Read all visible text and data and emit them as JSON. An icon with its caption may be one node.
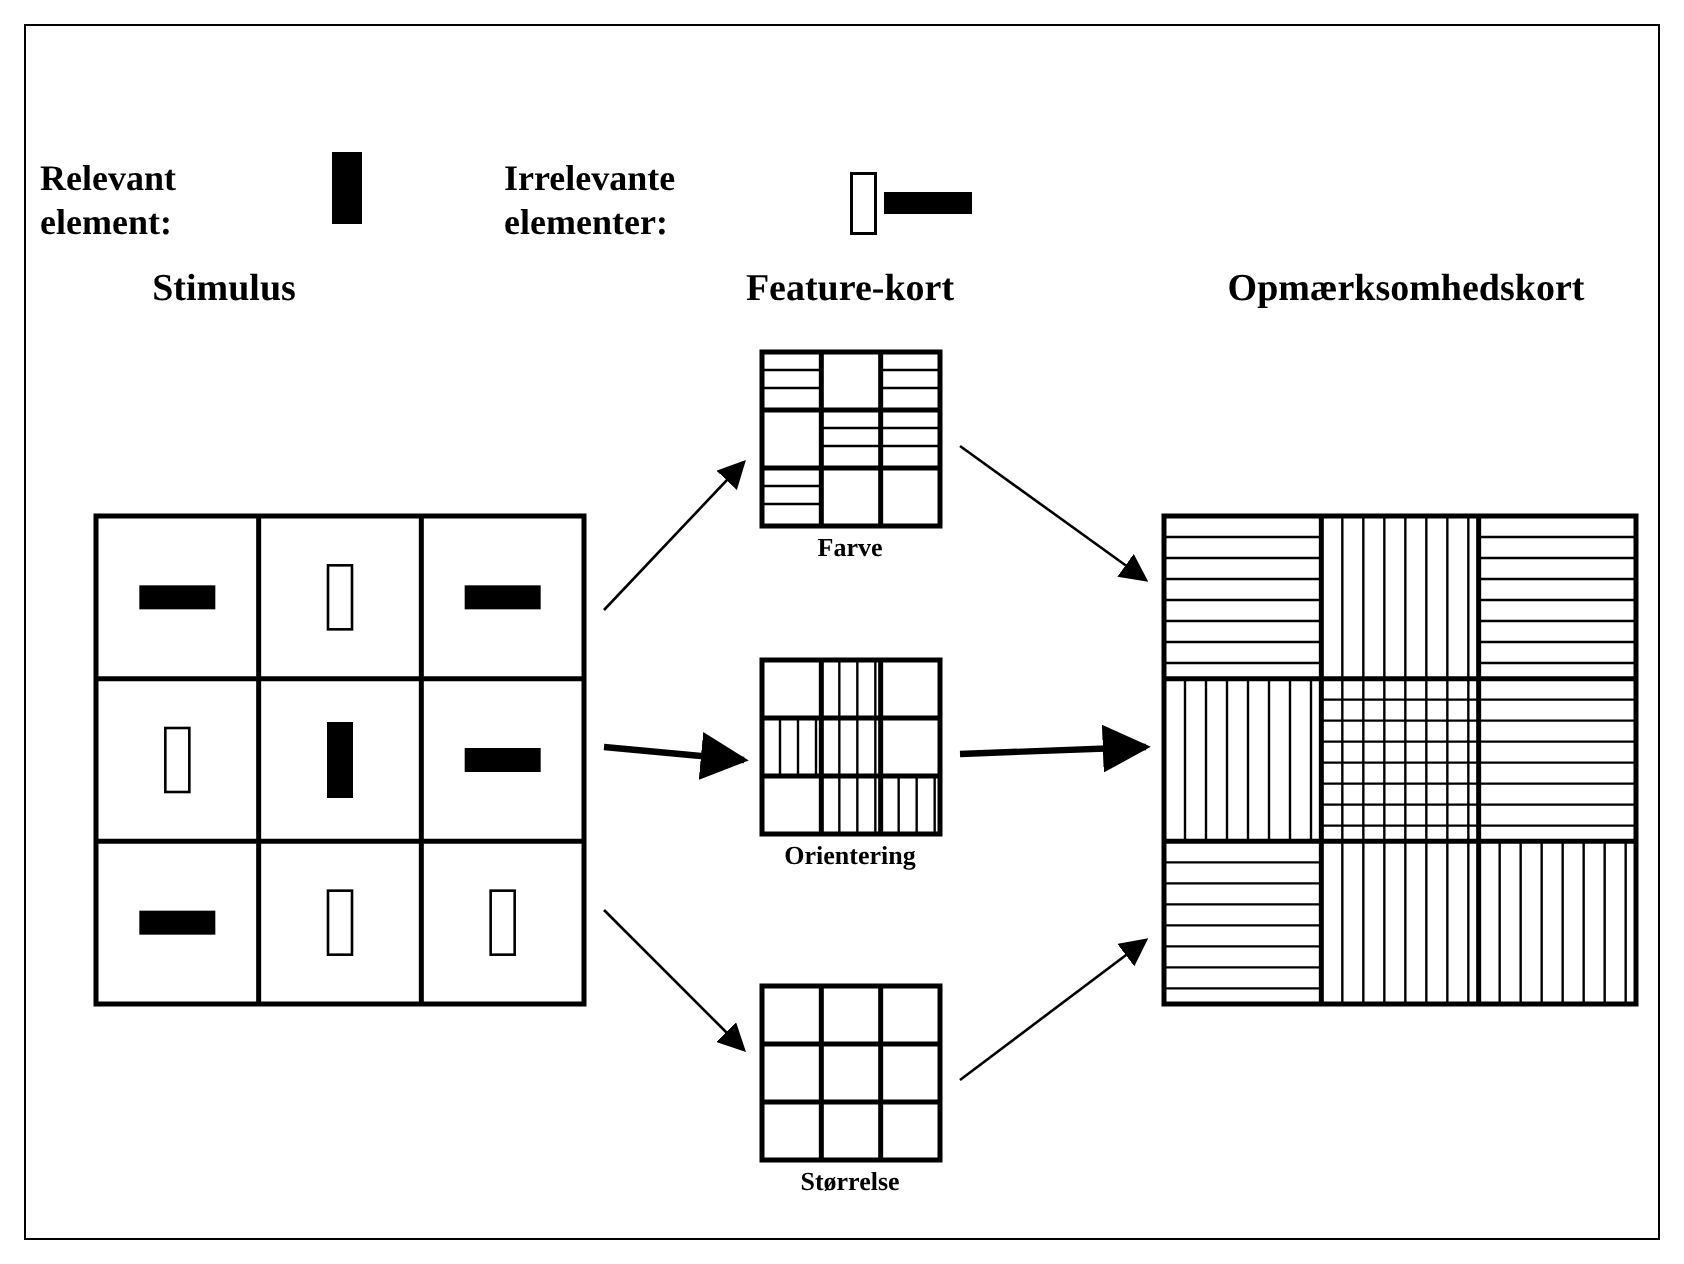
{
  "diagram": {
    "nodes": [
      {
        "text": [],
        "shape": "box"
      },
      {
        "text": [
          "Farve"
        ]
      },
      {
        "text": [
          "Orientering"
        ]
      },
      {
        "text": [
          "Størrelse"
        ]
      },
      {
        "text": [],
        "shape": "box"
      }
    ],
    "edges": [
      {
        "from": 0,
        "to": 1,
        "arrow": "to"
      },
      {
        "from": 0,
        "to": 2,
        "arrow": "to",
        "style": "thick"
      },
      {
        "from": 0,
        "to": 3,
        "arrow": "to"
      },
      {
        "from": 1,
        "to": 4,
        "arrow": "to"
      },
      {
        "from": 2,
        "to": 4,
        "arrow": "to",
        "style": "thick"
      },
      {
        "from": 3,
        "to": 4,
        "arrow": "to"
      }
    ],
    "labels": [
      "Stimulus",
      "Feature-kort",
      "Opmærksomhedskort"
    ],
    "legend": [
      {
        "text": "Relevant element:"
      },
      {
        "text": "Irrelevante elementer:"
      }
    ]
  }
}
